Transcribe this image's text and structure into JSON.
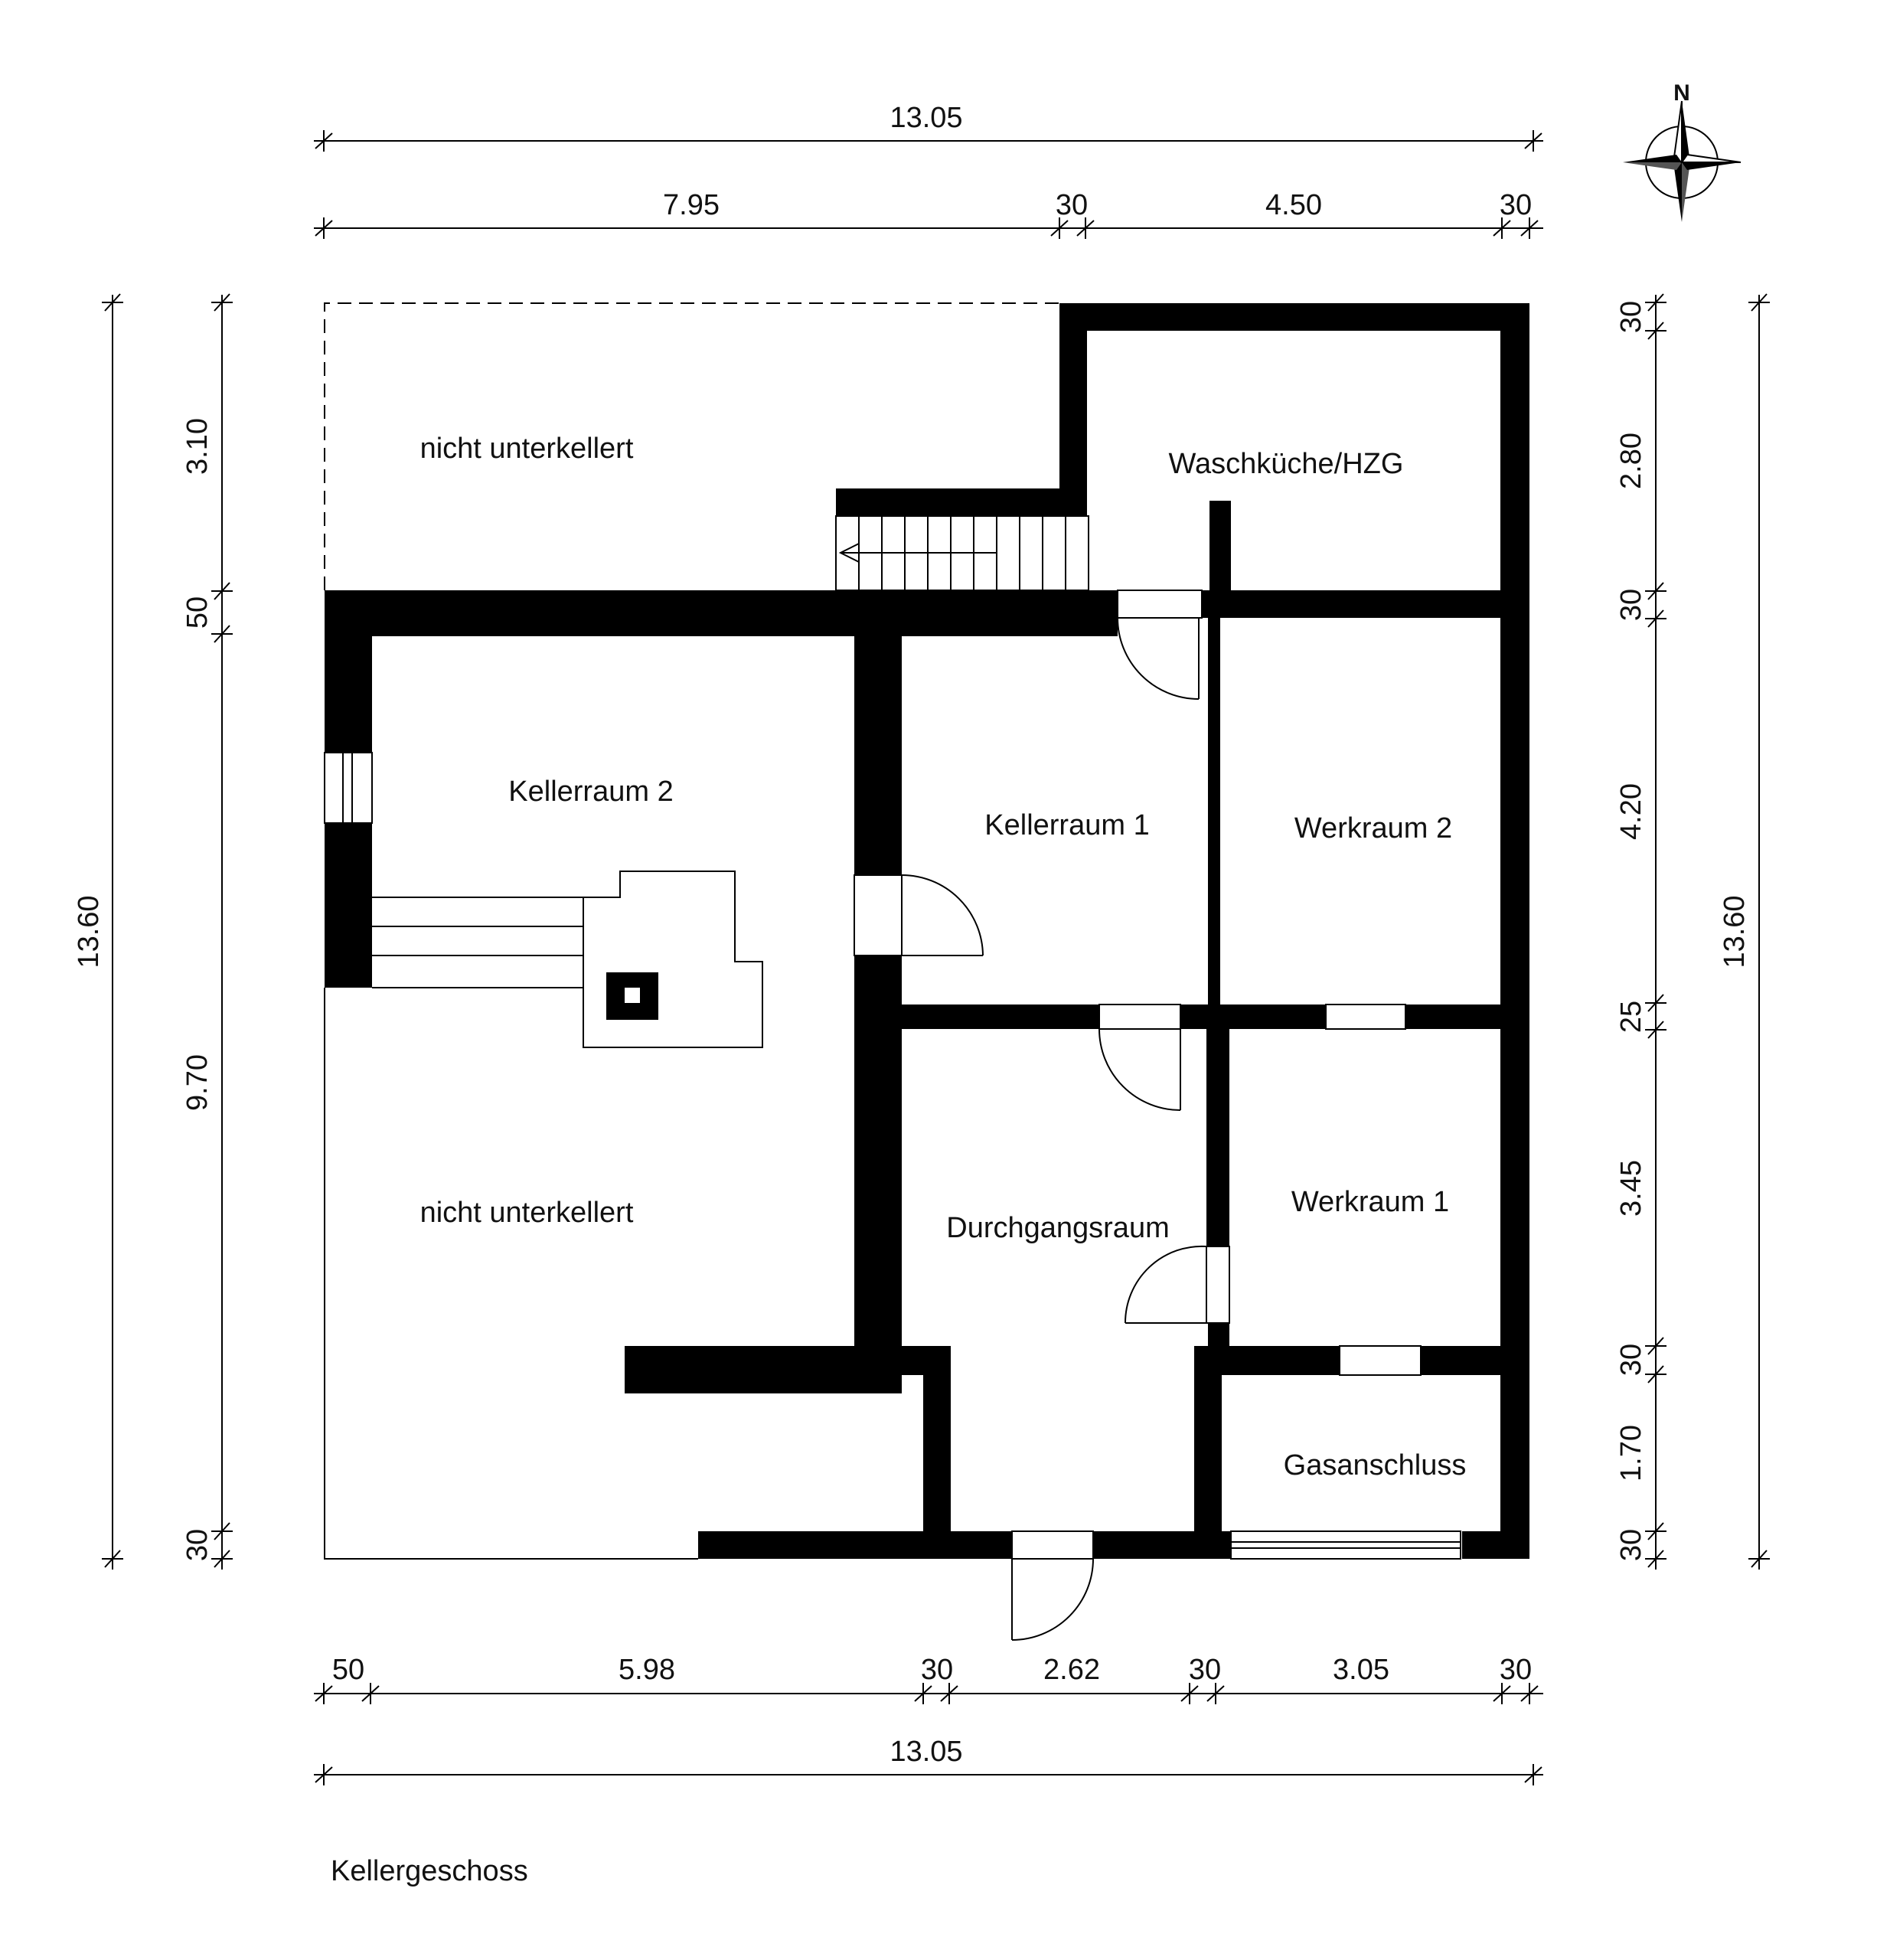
{
  "caption": "Kellergeschoss",
  "north_label": "N",
  "rooms": {
    "not_basement_top": "nicht unterkellert",
    "laundry": "Waschküche/HZG",
    "cellar_2": "Kellerraum 2",
    "cellar_1": "Kellerraum 1",
    "workroom_2": "Werkraum 2",
    "not_basement_bottom": "nicht unterkellert",
    "passage": "Durchgangsraum",
    "workroom_1": "Werkraum 1",
    "gas": "Gasanschluss"
  },
  "dimensions": {
    "top_total": "13.05",
    "top_segments": [
      "7.95",
      "30",
      "4.50",
      "30"
    ],
    "bottom_segments": [
      "50",
      "5.98",
      "30",
      "2.62",
      "30",
      "3.05",
      "30"
    ],
    "bottom_total": "13.05",
    "left_total": "13.60",
    "left_segments": [
      "3.10",
      "50",
      "9.70",
      "30"
    ],
    "right_segments": [
      "30",
      "2.80",
      "30",
      "4.20",
      "25",
      "3.45",
      "30",
      "1.70",
      "30"
    ],
    "right_total": "13.60"
  },
  "colors": {
    "wall": "#000000",
    "text": "#111111",
    "background": "#ffffff"
  }
}
